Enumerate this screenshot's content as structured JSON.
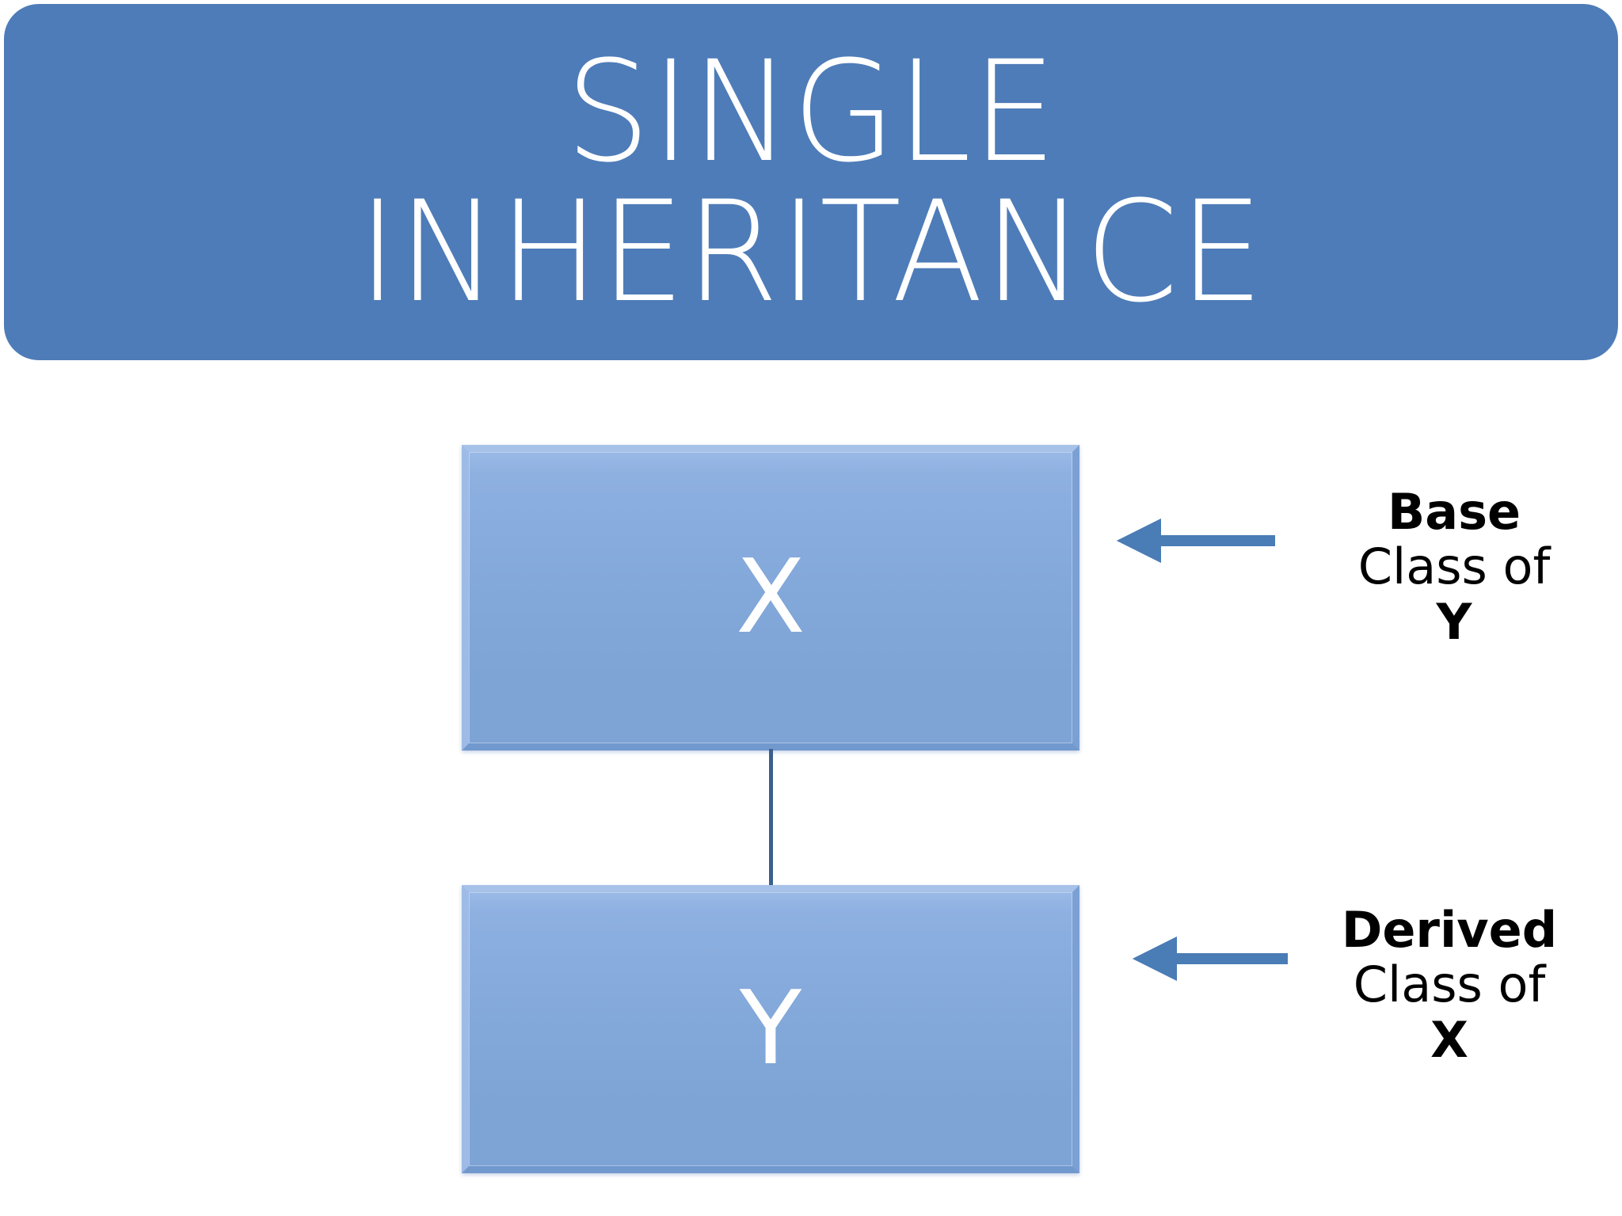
{
  "title": {
    "line1": "SINGLE",
    "line2": "INHERITANCE",
    "full_text": "SINGLE INHERITANCE"
  },
  "diagram": {
    "type": "class-inheritance-diagram",
    "boxes": [
      {
        "id": "x",
        "label": "X",
        "role": "base"
      },
      {
        "id": "y",
        "label": "Y",
        "role": "derived"
      }
    ],
    "connector": {
      "from": "X",
      "to": "Y",
      "style": "solid-line"
    }
  },
  "annotations": [
    {
      "id": "base",
      "strong": "Base",
      "normal": "Class of",
      "target": "Y",
      "arrow_points_to": "X",
      "full_text": "Base Class of Y"
    },
    {
      "id": "derived",
      "strong": "Derived",
      "normal": "Class of",
      "target": "X",
      "arrow_points_to": "Y",
      "full_text": "Derived Class of X"
    }
  ],
  "colors": {
    "banner_blue": "#4e7cb8",
    "box_fill_blue": "#83a8da",
    "box_bevel_light": "#a7c2e9",
    "box_bevel_dark": "#7299ce",
    "arrow_blue": "#4a7cb5",
    "connector_blue": "#3a5f8f",
    "text_white": "#ffffff",
    "text_black": "#000000",
    "background": "#ffffff"
  }
}
